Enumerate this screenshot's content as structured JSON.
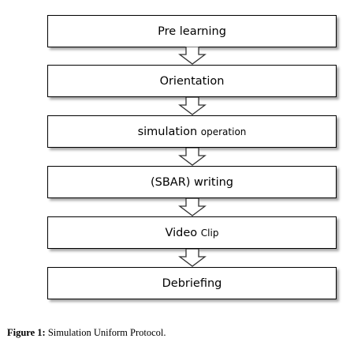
{
  "steps": [
    {
      "main": "Pre learning",
      "small": ""
    },
    {
      "main": "Orientation",
      "small": ""
    },
    {
      "main": "simulation ",
      "small": "operation"
    },
    {
      "main": "(SBAR) writing",
      "small": ""
    },
    {
      "main": "Video ",
      "small": "Clip"
    },
    {
      "main": "Debriefing",
      "small": ""
    }
  ],
  "caption": {
    "label": "Figure 1:",
    "text": " Simulation Uniform Protocol."
  }
}
